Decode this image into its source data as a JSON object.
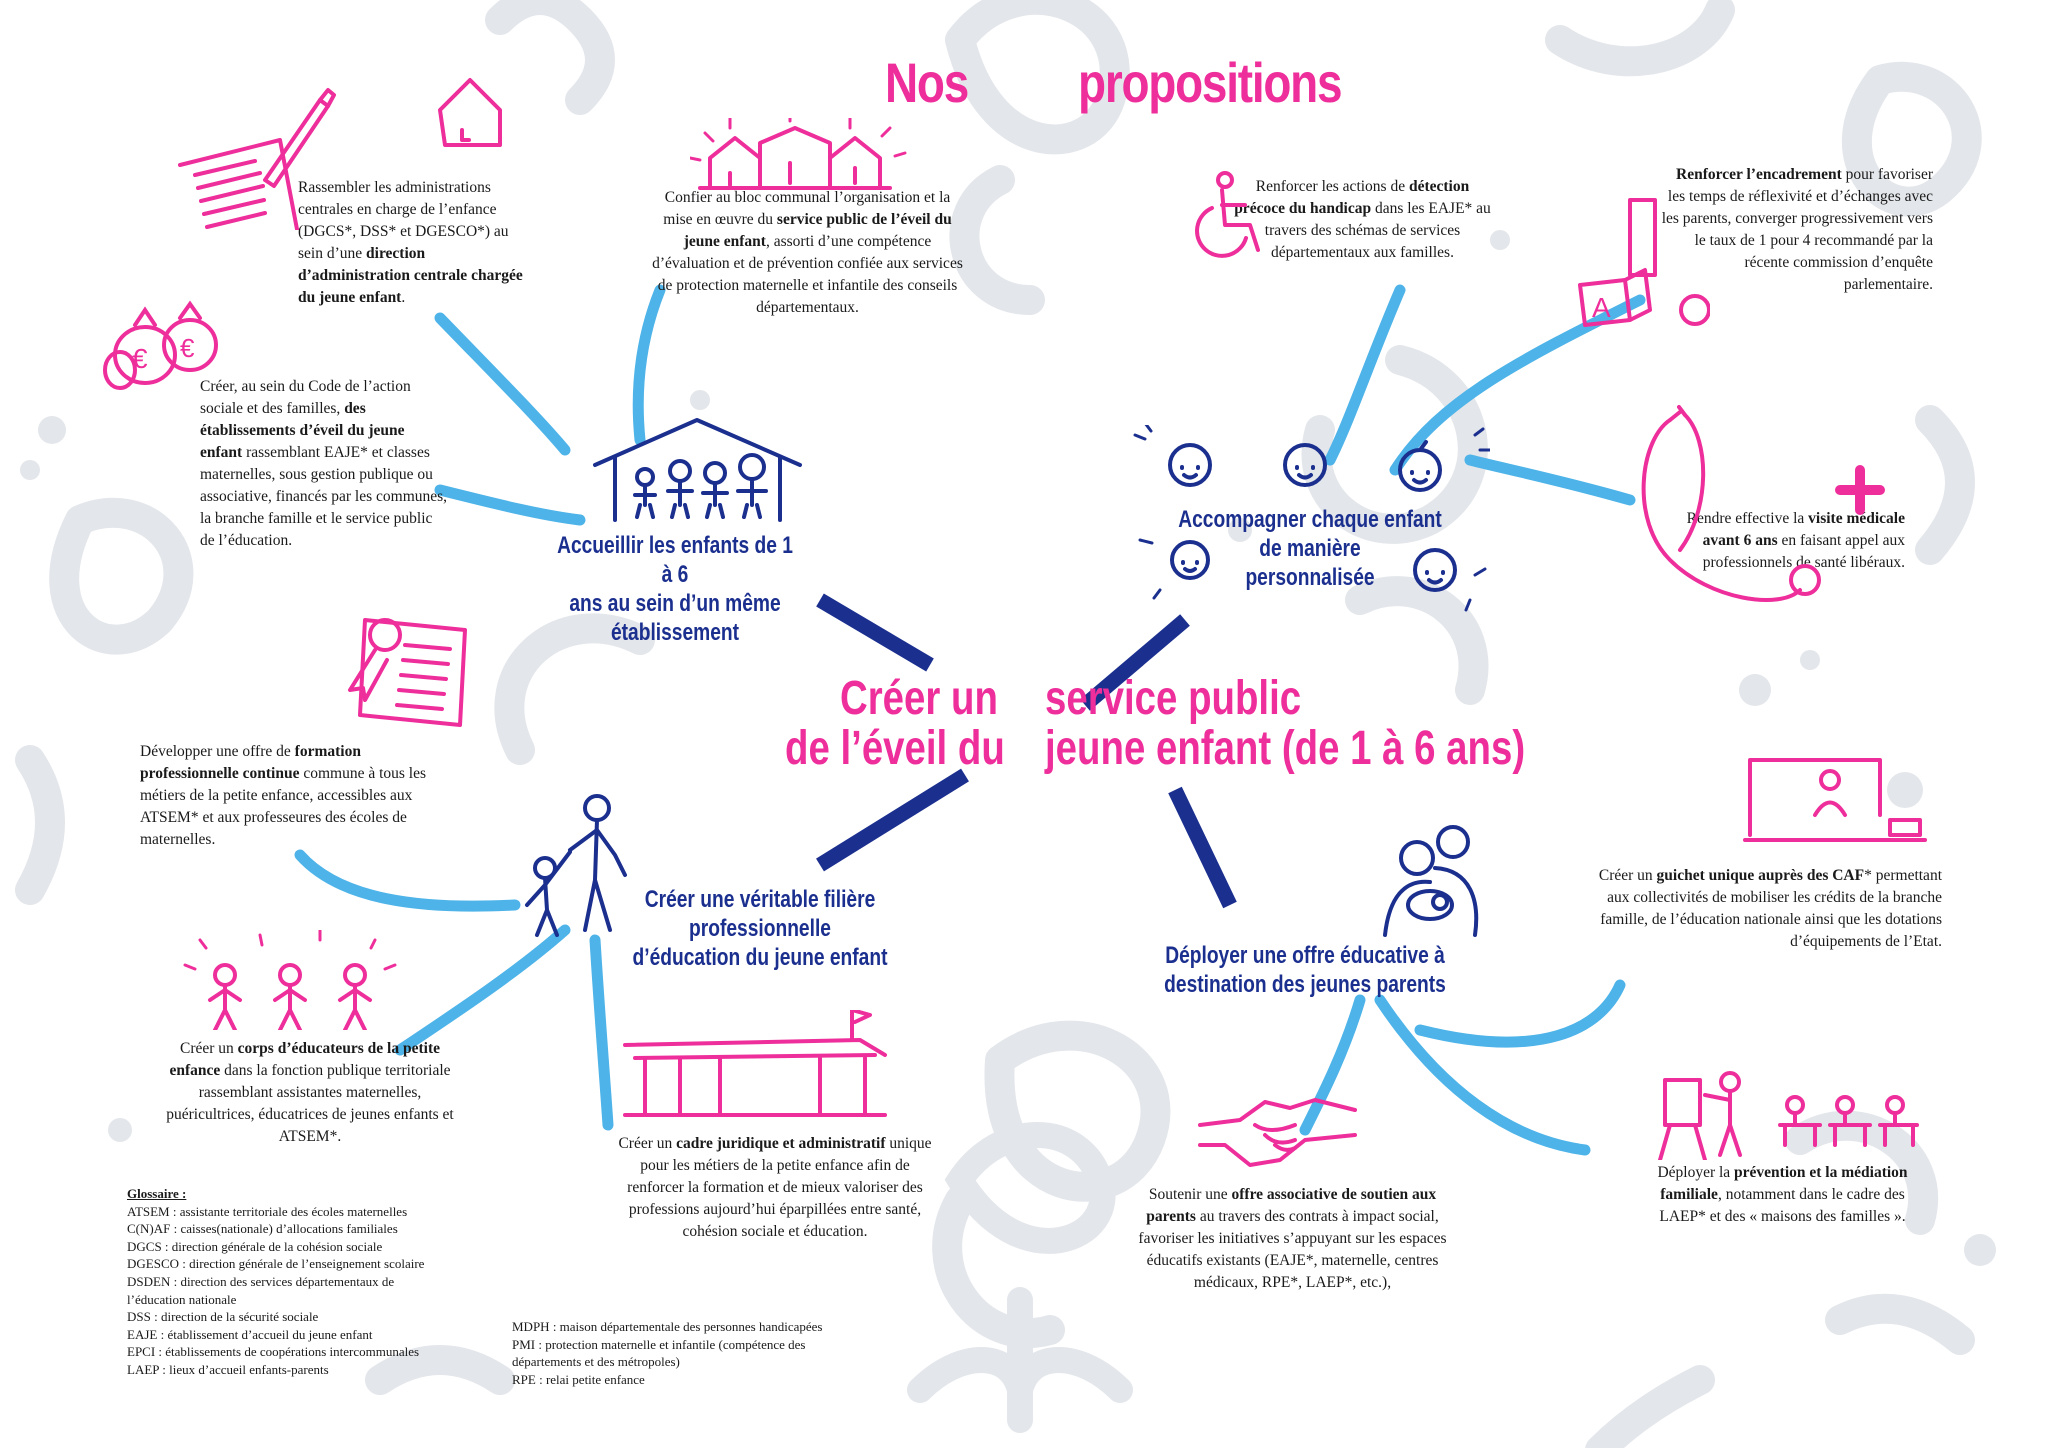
{
  "colors": {
    "pink": "#ee2e9b",
    "navy": "#1b2f8f",
    "lightblue": "#4db3e8",
    "deco": "#e3e6ea"
  },
  "title": {
    "word1": "Nos",
    "word2": "propositions"
  },
  "center": {
    "line1a": "Créer un",
    "line1b": "service public",
    "line2a": "de l’éveil du",
    "line2b": "jeune enfant (de 1 à 6 ans)"
  },
  "hubs": {
    "accueillir": [
      "Accueillir les enfants de 1 à 6",
      "ans au sein d’un même",
      "établissement"
    ],
    "accompagner": [
      "Accompagner chaque enfant",
      "de manière",
      "personnalisée"
    ],
    "filiere": [
      "Créer une véritable filière professionnelle",
      "d’éducation du jeune enfant"
    ],
    "deployer": [
      "Déployer une offre éducative à",
      "destination des jeunes parents"
    ]
  },
  "proposals": {
    "p1": {
      "t1": "Rassembler les administrations centrales en charge de l’enfance (DGCS*, DSS* et DGESCO*) au sein d’une ",
      "b1": "direction d’administration centrale chargée du jeune enfant",
      "t2": "."
    },
    "p2": {
      "t1": "Confier au bloc communal l’organisation et la mise en œuvre du ",
      "b1": "service public de l’éveil du jeune enfant",
      "t2": ", assorti d’une compétence d’évaluation et de prévention confiée aux services de protection maternelle et infantile des conseils départementaux."
    },
    "p3": {
      "t1": "Créer, au sein du Code de l’action sociale et des familles, ",
      "b1": "des établissements d’éveil du jeune enfant",
      "t2": " rassemblant EAJE* et classes maternelles, sous gestion publique ou associative, financés par les communes, la branche famille et le service public de l’éducation."
    },
    "p4": {
      "t1": "Renforcer les actions de ",
      "b1": "détection précoce du handicap",
      "t2": " dans les EAJE* au travers des schémas de services départementaux aux familles."
    },
    "p5": {
      "t1": "",
      "b1": "Renforcer l’encadrement",
      "t2": " pour favoriser les temps de réflexivité et d’échanges avec les parents, converger progressivement vers le taux de 1 pour 4 recommandé par la récente commission d’enquête parlementaire."
    },
    "p6": {
      "t1": "Rendre effective la ",
      "b1": "visite médicale avant 6 ans",
      "t2": " en faisant appel aux professionnels de santé libéraux."
    },
    "p7": {
      "t1": "Développer une offre de ",
      "b1": "formation professionnelle continue",
      "t2": " commune à tous les métiers de la petite enfance, accessibles aux ATSEM* et aux professeures des écoles de maternelles."
    },
    "p8": {
      "t1": "Créer un ",
      "b1": "guichet unique auprès des CAF",
      "t2": "* permettant aux collectivités de mobiliser les crédits de la branche famille, de l’éducation nationale ainsi que les dotations d’équipements de l’Etat."
    },
    "p9": {
      "t1": "Créer un ",
      "b1": "corps d’éducateurs de la petite enfance",
      "t2": " dans la fonction publique territoriale rassemblant assistantes maternelles, puéricultrices, éducatrices de jeunes enfants et ATSEM*."
    },
    "p10": {
      "t1": "Créer un ",
      "b1": "cadre juridique et administratif",
      "t2": " unique pour les métiers de la petite enfance afin de renforcer la formation et de mieux valoriser des professions aujourd’hui éparpillées entre santé, cohésion sociale et éducation."
    },
    "p11": {
      "t1": "Soutenir une ",
      "b1": "offre associative de soutien aux parents",
      "t2": " au travers des contrats à impact social, favoriser les initiatives s’appuyant sur les espaces éducatifs existants (EAJE*, maternelle, centres médicaux, RPE*, LAEP*, etc.),"
    },
    "p12": {
      "t1": "Déployer la ",
      "b1": "prévention et la médiation familiale",
      "t2": ", notamment dans le cadre des LAEP* et des « maisons des familles »."
    }
  },
  "glossary": {
    "title": "Glossaire :",
    "col1": [
      "ATSEM : assistante territoriale des écoles maternelles",
      "C(N)AF : caisses(nationale) d’allocations familiales",
      "DGCS : direction générale de la cohésion sociale",
      "DGESCO : direction générale de l’enseignement scolaire",
      "DSDEN : direction des services départementaux de",
      "l’éducation nationale",
      "DSS : direction de la sécurité sociale",
      "EAJE : établissement d’accueil du jeune enfant",
      "EPCI : établissements de coopérations intercommunales",
      "LAEP : lieux d’accueil enfants-parents"
    ],
    "col2": [
      "MDPH : maison départementale des personnes handicapées",
      "PMI : protection maternelle et infantile (compétence des",
      "départements et des métropoles)",
      "RPE : relai petite enfance"
    ]
  },
  "icons": {
    "block_letter": "A"
  }
}
